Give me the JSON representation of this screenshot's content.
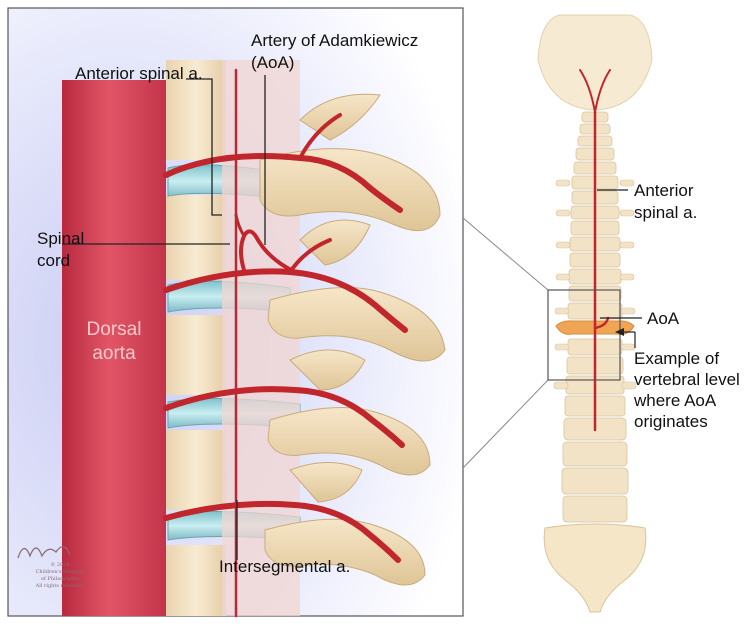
{
  "labels": {
    "anterior_spinal_left": "Anterior spinal a.",
    "aoa_full_line1": "Artery of Adamkiewicz",
    "aoa_full_line2": "(AoA)",
    "spinal_cord_line1": "Spinal",
    "spinal_cord_line2": "cord",
    "dorsal_aorta_line1": "Dorsal",
    "dorsal_aorta_line2": "aorta",
    "intersegmental": "Intersegmental a.",
    "anterior_spinal_right_line1": "Anterior",
    "anterior_spinal_right_line2": "spinal a.",
    "aoa_short": "AoA",
    "example_line1": "Example of",
    "example_line2": "vertebral level",
    "example_line3": "where AoA",
    "example_line4": "originates"
  },
  "signature": {
    "year": "© 2024",
    "line1": "Children's Hospital",
    "line2": "of Philadelphia",
    "line3": "All rights reserved."
  },
  "colors": {
    "artery": "#c0262c",
    "bone": "#efdcbc",
    "bone_shadow": "#d8bf95",
    "disc": "#a9dde3",
    "aorta": "#d9475a",
    "highlight_vertebra": "#f0a554",
    "frame": "#555555"
  }
}
